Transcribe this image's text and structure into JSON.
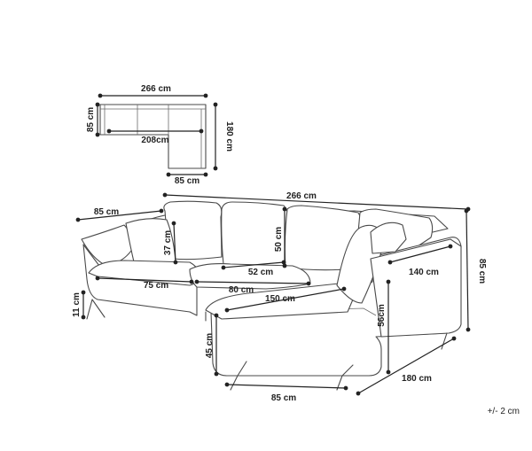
{
  "top_view": {
    "width_label": "266 cm",
    "depth_label": "85 cm",
    "seat_width_label": "208cm",
    "chaise_length_label": "180 cm",
    "chaise_width_label": "85 cm"
  },
  "main_view": {
    "total_width_label": "266 cm",
    "arm_depth_label": "85 cm",
    "backrest_height_label": "37 cm",
    "back_cushion_height_label": "50 cm",
    "total_height_label": "85 cm",
    "seat_depth_label": "52 cm",
    "seat_cushion_left_label": "75 cm",
    "seat_cushion_mid_label": "80 cm",
    "chaise_cushion_label": "140 cm",
    "chaise_seat_label": "150 cm",
    "leg_height_label": "11 cm",
    "seat_height_label": "45 cm",
    "chaise_height_label": "56cm",
    "chaise_front_label": "85 cm",
    "chaise_side_label": "180 cm"
  },
  "tolerance": "+/- 2 cm"
}
